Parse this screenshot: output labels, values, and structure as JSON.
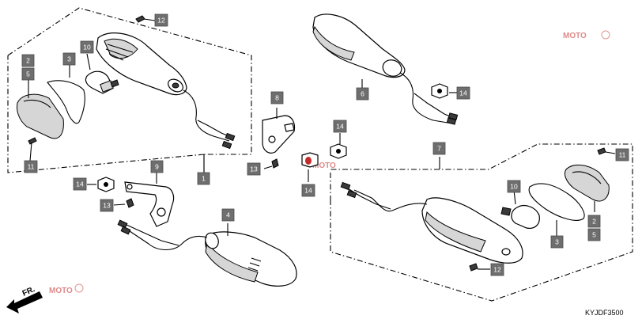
{
  "diagram_code": "KYJDF3500",
  "direction_label": "FR.",
  "watermark_text": "MOTO",
  "watermark_color": "#c42a2a",
  "callouts": {
    "c1": "1",
    "c2l": "2",
    "c5l": "5",
    "c3l": "3",
    "c10l": "10",
    "c11l": "11",
    "c12t": "12",
    "c6": "6",
    "c14t": "14",
    "c8": "8",
    "c13m": "13",
    "c14m1": "14",
    "c14m2": "14",
    "c7": "7",
    "c11r": "11",
    "c10r": "10",
    "c2r": "2",
    "c5r": "5",
    "c3r": "3",
    "c12b": "12",
    "c9": "9",
    "c14b": "14",
    "c13b": "13",
    "c4": "4"
  }
}
